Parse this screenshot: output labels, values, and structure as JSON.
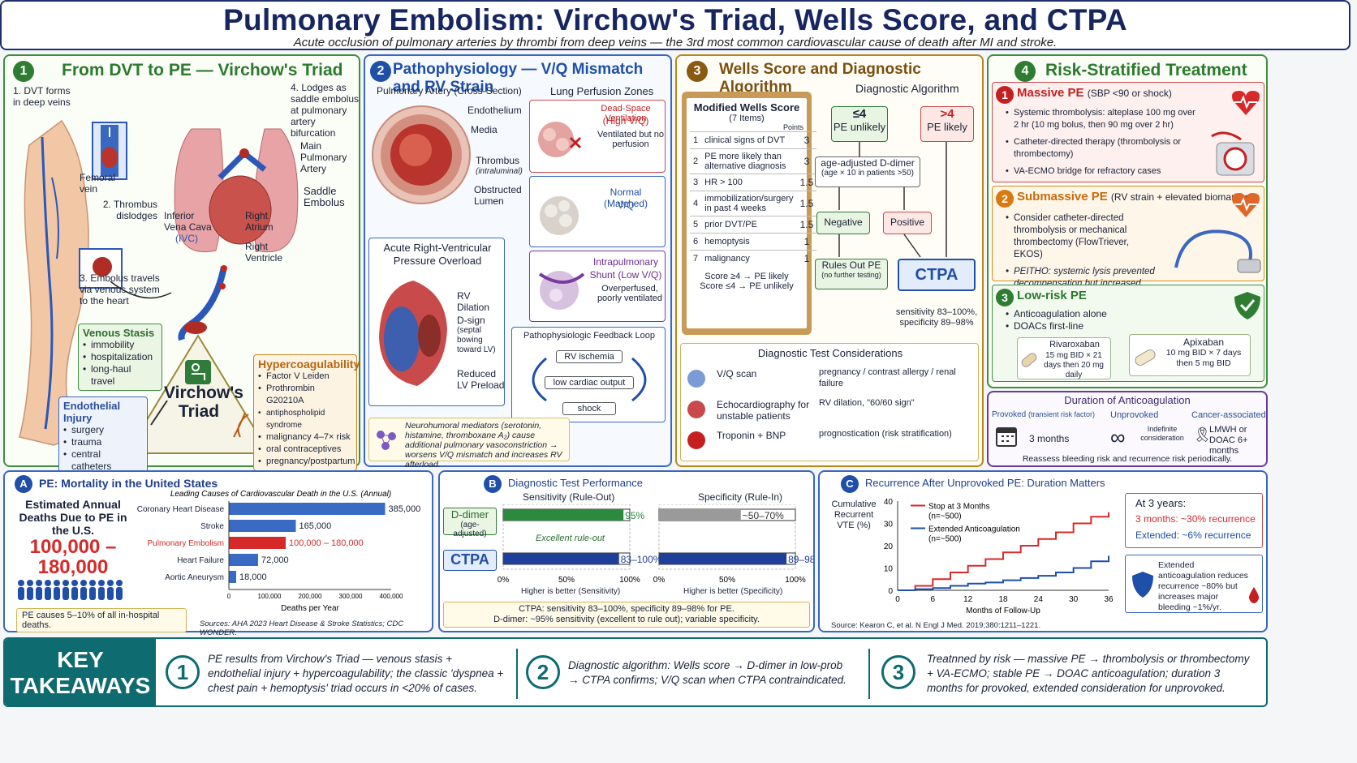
{
  "header": {
    "title": "Pulmonary Embolism: Virchow's Triad, Wells Score, and CTPA",
    "subtitle": "Acute occlusion of pulmonary arteries by thrombi from deep veins — the 3rd most common cardiovascular cause of death after MI and stroke."
  },
  "p1": {
    "num": "1",
    "title": "From DVT to PE — Virchow's Triad",
    "l1": "1. DVT forms in deep veins",
    "l2": "2. Thrombus dislodges",
    "l3": "3. Embolus travels via venous system to the heart",
    "l4": "4. Lodges as saddle embolus at pulmonary artery bifurcation",
    "femoral": "Femoral vein",
    "ivc": "Inferior Vena Cava",
    "ivc_abbr": "(IVC)",
    "ra": "Right Atrium",
    "rv": "Right Ventricle",
    "mpa": "Main Pulmonary Artery",
    "saddle": "Saddle Embolus",
    "triad": "Virchow's Triad",
    "stasis_title": "Venous Stasis",
    "stasis": [
      "immobility",
      "hospitalization",
      "long-haul travel"
    ],
    "endo_title": "Endothelial Injury",
    "endo": [
      "surgery",
      "trauma",
      "central catheters"
    ],
    "hyper_title": "Hypercoagulability",
    "hyper": [
      "Factor V Leiden",
      "Prothrombin G20210A",
      "antiphospholipid syndrome",
      "malignancy 4–7× risk",
      "oral contraceptives",
      "pregnancy/postpartum"
    ]
  },
  "p2": {
    "num": "2",
    "title": "Pathophysiology — V/Q Mismatch and RV Strain",
    "pa_title": "Pulmonary Artery",
    "pa_sub": "(Cross-Section)",
    "endothelium": "Endothelium",
    "media": "Media",
    "thrombus": "Thrombus",
    "thrombus_sub": "(intraluminal)",
    "obstructed": "Obstructed Lumen",
    "zones_title": "Lung Perfusion Zones",
    "z1a": "Dead-Space Ventilation",
    "z1b": "(High V/Q)",
    "z1c": "Ventilated but no perfusion",
    "z2a": "Normal (Matched)",
    "z2b": "V/Q",
    "z3a": "Intrapulmonary",
    "z3b": "Shunt (Low V/Q)",
    "z3c": "Overperfused, poorly ventilated",
    "rv_title": "Acute Right-Ventricular Pressure Overload",
    "rv1": "RV Dilation",
    "rv2": "D-sign",
    "rv2b": "(septal bowing toward LV)",
    "rv3": "Reduced LV Preload",
    "loop_title": "Pathophysiologic Feedback Loop",
    "loop": [
      "RV ischemia",
      "low cardiac output",
      "shock"
    ],
    "neuro": "Neurohumoral mediators (serotonin, histamine, thromboxane A₂) cause additional pulmonary vasoconstriction → worsens V/Q mismatch and increases RV afterload."
  },
  "p3": {
    "num": "3",
    "title": "Wells Score and Diagnostic Algorithm",
    "card_title": "Modified Wells Score",
    "card_sub": "(7 Items)",
    "points": "Points",
    "items": [
      {
        "n": "1",
        "t": "clinical signs of DVT",
        "p": "3"
      },
      {
        "n": "2",
        "t": "PE more likely than alternative diagnosis",
        "p": "3"
      },
      {
        "n": "3",
        "t": "HR > 100",
        "p": "1.5"
      },
      {
        "n": "4",
        "t": "immobilization/surgery in past 4 weeks",
        "p": "1.5"
      },
      {
        "n": "5",
        "t": "prior DVT/PE",
        "p": "1.5"
      },
      {
        "n": "6",
        "t": "hemoptysis",
        "p": "1"
      },
      {
        "n": "7",
        "t": "malignancy",
        "p": "1"
      }
    ],
    "s1": "Score ≥4 → PE likely",
    "s2": "Score ≤4 → PE unlikely",
    "alg_title": "Diagnostic Algorithm",
    "le4": "≤4",
    "le4b": "PE unlikely",
    "gt4": ">4",
    "gt4b": "PE likely",
    "ddimer": "age-adjusted D-dimer",
    "ddimer_b": "(age × 10 in patients >50)",
    "neg": "Negative",
    "pos": "Positive",
    "rules": "Rules Out PE",
    "rules_b": "(no further testing)",
    "ctpa": "CTPA",
    "ctpa_b": "sensitivity 83–100%, specificity 89–98%",
    "dtc_title": "Diagnostic Test Considerations",
    "dtc": [
      {
        "t": "V/Q scan",
        "d": "pregnancy / contrast allergy / renal failure"
      },
      {
        "t": "Echocardiography for unstable patients",
        "d": "RV dilation, \"60/60 sign\""
      },
      {
        "t": "Troponin + BNP",
        "d": "prognostication (risk stratification)"
      }
    ]
  },
  "p4": {
    "num": "4",
    "title": "Risk-Stratified Treatment",
    "m_title": "Massive PE",
    "m_sub": "(SBP <90 or shock)",
    "m": [
      "Systemic thrombolysis: alteplase 100 mg over 2 hr (10 mg bolus, then 90 mg over 2 hr)",
      "Catheter-directed therapy (thrombolysis or thrombectomy)",
      "VA-ECMO bridge for refractory cases"
    ],
    "s_title": "Submassive PE",
    "s_sub": "(RV strain + elevated biomarkers)",
    "s": [
      "Consider catheter-directed thrombolysis or mechanical thrombectomy (FlowTriever, EKOS)",
      "PEITHO: systemic lysis prevented decompensation but increased ICH."
    ],
    "l_title": "Low-risk PE",
    "l": [
      "Anticoagulation alone",
      "DOACs first-line"
    ],
    "riv": "Rivaroxaban",
    "riv_d": "15 mg BID × 21 days then 20 mg daily",
    "api": "Apixaban",
    "api_d": "10 mg BID × 7 days then 5 mg BID",
    "dur_title": "Duration of Anticoagulation",
    "prov": "Provoked",
    "prov_sub": "(transient risk factor)",
    "prov_v": "3 months",
    "unprov": "Unprovoked",
    "unprov_v": "Indefinite consideration",
    "cancer": "Cancer-associated",
    "cancer_v": "LMWH or DOAC 6+ months",
    "dur_note": "Reassess bleeding risk and recurrence risk periodically."
  },
  "pa": {
    "letter": "A",
    "title": "PE: Mortality in the United States",
    "est": "Estimated Annual Deaths Due to PE in the U.S.",
    "big": "100,000 – 180,000",
    "note": "PE causes 5–10% of all in-hospital deaths.",
    "source": "Sources: AHA 2023 Heart Disease & Stroke Statistics; CDC WONDER."
  },
  "pb": {
    "letter": "B",
    "title": "Diagnostic Test Performance",
    "sens": "Sensitivity (Rule-Out)",
    "spec": "Specificity (Rule-In)",
    "dd": "D-dimer",
    "dd_sub": "(age-adjusted)",
    "ctpa": "CTPA",
    "excellent": "Excellent rule-out",
    "hb_sens": "Higher is better (Sensitivity)",
    "hb_spec": "Higher is better (Specificity)",
    "summary1": "CTPA: sensitivity 83–100%, specificity 89–98% for PE.",
    "summary2": "D-dimer: ~95% sensitivity (excellent to rule out); variable specificity."
  },
  "pc": {
    "letter": "C",
    "title": "Recurrence After Unprovoked PE: Duration Matters",
    "ylab": "Cumulative Recurrent VTE (%)",
    "xlab": "Months of Follow-Up",
    "at3": "At 3 years:",
    "r1": "3 months:",
    "r1v": "~30% recurrence",
    "r2": "Extended:",
    "r2v": "~6% recurrence",
    "ext_note": "Extended anticoagulation reduces recurrence ~80% but increases major bleeding ~1%/yr.",
    "source": "Source: Kearon C, et al. N Engl J Med. 2019;380:1211–1221."
  },
  "kt": {
    "title1": "KEY",
    "title2": "TAKEAWAYS",
    "items": [
      {
        "n": "1",
        "t": "PE results from Virchow's Triad — venous stasis + endothelial injury + hypercoagulability; the classic 'dyspnea + chest pain + hemoptysis' triad occurs in <20% of cases."
      },
      {
        "n": "2",
        "t": "Diagnostic algorithm: Wells score → D-dimer in low-prob → CTPA confirms; V/Q scan when CTPA contraindicated."
      },
      {
        "n": "3",
        "t": "Treatnned by risk — massive PE → thrombolysis or thrombectomy + VA-ECMO; stable PE → DOAC anticoagulation; duration 3 months for provoked, extended consideration for unprovoked."
      }
    ]
  },
  "chart_data": [
    {
      "type": "bar",
      "title": "Leading Causes of Cardiovascular Death in the U.S. (Annual)",
      "xlabel": "Deaths per Year",
      "categories": [
        "Coronary Heart Disease",
        "Stroke",
        "Pulmonary Embolism",
        "Heart Failure",
        "Aortic Aneurysm"
      ],
      "values": [
        385000,
        165000,
        140000,
        72000,
        18000
      ],
      "value_labels": [
        "385,000",
        "165,000",
        "100,000 – 180,000",
        "72,000",
        "18,000"
      ],
      "xlim": [
        0,
        400000
      ],
      "xticks": [
        "0",
        "100,000",
        "200,000",
        "300,000",
        "400,000"
      ],
      "highlight": "Pulmonary Embolism",
      "colors": {
        "normal": "#3a6bc4",
        "highlight": "#d62a2a"
      }
    },
    {
      "type": "bar",
      "title": "Diagnostic Test Performance",
      "categories": [
        "D-dimer",
        "CTPA"
      ],
      "series": [
        {
          "name": "Sensitivity (Rule-Out)",
          "values": [
            95,
            91.5
          ],
          "value_labels": [
            "95%",
            "83–100%"
          ]
        },
        {
          "name": "Specificity (Rule-In)",
          "values": [
            60,
            93.5
          ],
          "value_labels": [
            "~50–70%",
            "89–98%"
          ]
        }
      ],
      "xlim": [
        0,
        100
      ],
      "xticks": [
        "0%",
        "50%",
        "100%"
      ]
    },
    {
      "type": "line",
      "title": "Recurrence After Unprovoked PE: Duration Matters",
      "xlabel": "Months of Follow-Up",
      "ylabel": "Cumulative Recurrent VTE (%)",
      "xlim": [
        0,
        36
      ],
      "ylim": [
        0,
        40
      ],
      "xticks": [
        0,
        6,
        12,
        18,
        24,
        30,
        36
      ],
      "yticks": [
        0,
        10,
        20,
        30,
        40
      ],
      "series": [
        {
          "name": "Stop at 3 Months",
          "sub": "(n=~500)",
          "color": "#d62a2a",
          "x": [
            0,
            3,
            6,
            9,
            12,
            15,
            18,
            21,
            24,
            27,
            30,
            33,
            36
          ],
          "y": [
            0,
            2,
            5,
            8,
            11,
            14,
            17,
            20,
            23,
            26,
            30,
            33,
            35
          ]
        },
        {
          "name": "Extended Anticoagulation",
          "sub": "(n=~500)",
          "color": "#1f4fa8",
          "x": [
            0,
            3,
            6,
            9,
            12,
            15,
            18,
            21,
            24,
            27,
            30,
            33,
            36
          ],
          "y": [
            0,
            0.5,
            1,
            2,
            3,
            3.5,
            4.5,
            5.5,
            6.5,
            8,
            10,
            13,
            15.5
          ]
        }
      ]
    }
  ]
}
